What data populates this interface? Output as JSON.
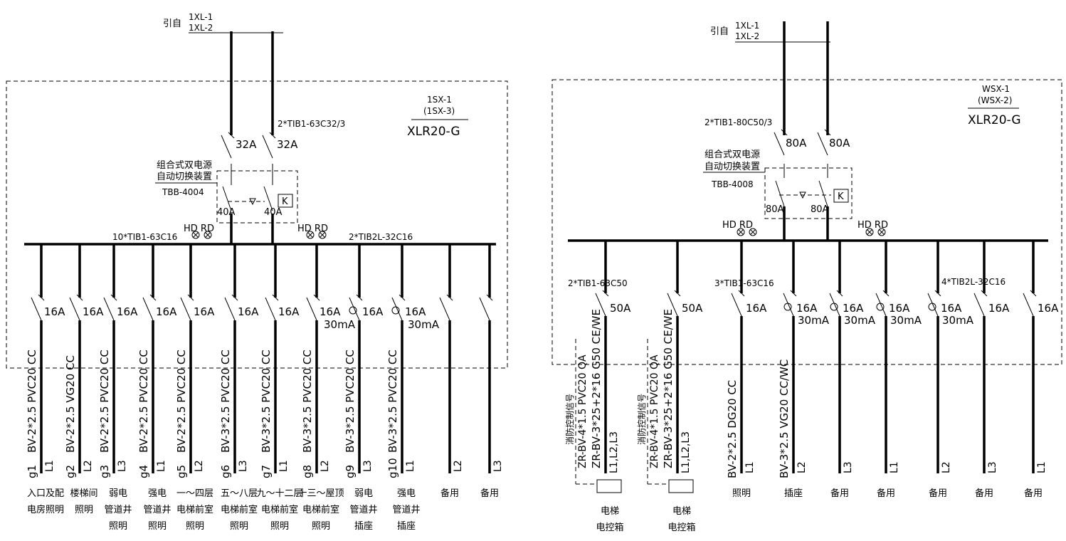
{
  "left": {
    "source_label": "引自",
    "source_lines": [
      "1XL-1",
      "1XL-2"
    ],
    "panel_id": "1SX-1",
    "panel_id_alt": "(1SX-3)",
    "panel_model": "XLR20-G",
    "main_breaker_spec": "2*TIB1-63C32/3",
    "main_ratings": [
      "32A",
      "32A"
    ],
    "ats_label": [
      "组合式双电源",
      "自动切换装置"
    ],
    "ats_model": "TBB-4004",
    "ats_ratings": [
      "40A",
      "40A"
    ],
    "ats_k": "K",
    "indicator_labels": [
      "HD RD",
      "HD RD"
    ],
    "group_specs": [
      "10*TIB1-63C16",
      "2*TIB2L-32C16"
    ],
    "circuits": [
      {
        "rating": "16A",
        "rcd": "",
        "cable": "BV-2*2.5 PVC20 CC",
        "id": "g1",
        "phase": "L1",
        "desc": [
          "入口及配",
          "电房照明"
        ]
      },
      {
        "rating": "16A",
        "rcd": "",
        "cable": "BV-2*2.5 VG20 CC",
        "id": "g2",
        "phase": "L2",
        "desc": [
          "楼梯间",
          "照明"
        ]
      },
      {
        "rating": "16A",
        "rcd": "",
        "cable": "BV-2*2.5 PVC20 CC",
        "id": "g3",
        "phase": "L3",
        "desc": [
          "弱电",
          "管道井",
          "照明"
        ]
      },
      {
        "rating": "16A",
        "rcd": "",
        "cable": "BV-2*2.5 PVC20 CC",
        "id": "g4",
        "phase": "L1",
        "desc": [
          "强电",
          "管道井",
          "照明"
        ]
      },
      {
        "rating": "16A",
        "rcd": "",
        "cable": "BV-2*2.5 PVC20 CC",
        "id": "g5",
        "phase": "L2",
        "desc": [
          "一～四层",
          "电梯前室",
          "照明"
        ]
      },
      {
        "rating": "16A",
        "rcd": "",
        "cable": "BV-3*2.5 PVC20 CC",
        "id": "g6",
        "phase": "L3",
        "desc": [
          "五～八层",
          "电梯前室",
          "照明"
        ]
      },
      {
        "rating": "16A",
        "rcd": "",
        "cable": "BV-3*2.5 PVC20 CC",
        "id": "g7",
        "phase": "L1",
        "desc": [
          "九～十二层",
          "电梯前室",
          "照明"
        ]
      },
      {
        "rating": "16A",
        "rcd": "",
        "cable": "BV-3*2.5 PVC20 CC",
        "id": "g8",
        "phase": "L2",
        "desc": [
          "十三～屋顶",
          "电梯前室",
          "照明"
        ]
      },
      {
        "rating": "16A",
        "rcd": "30mA",
        "cable": "BV-3*2.5 PVC20 CC",
        "id": "g9",
        "phase": "L3",
        "desc": [
          "弱电",
          "管道井",
          "插座"
        ]
      },
      {
        "rating": "16A",
        "rcd": "30mA",
        "cable": "BV-3*2.5 PVC20 CC",
        "id": "g10",
        "phase": "L1",
        "desc": [
          "强电",
          "管道井",
          "插座"
        ]
      },
      {
        "rating": "",
        "rcd": "",
        "cable": "",
        "id": "",
        "phase": "L2",
        "desc": [
          "备用"
        ]
      },
      {
        "rating": "",
        "rcd": "",
        "cable": "",
        "id": "",
        "phase": "L3",
        "desc": [
          "备用"
        ]
      }
    ]
  },
  "right": {
    "source_label": "引自",
    "source_lines": [
      "1XL-1",
      "1XL-2"
    ],
    "panel_id": "WSX-1",
    "panel_id_alt": "(WSX-2)",
    "panel_model": "XLR20-G",
    "main_breaker_spec": "2*TIB1-80C50/3",
    "main_ratings": [
      "80A",
      "80A"
    ],
    "ats_label": [
      "组合式双电源",
      "自动切换装置"
    ],
    "ats_model": "TBB-4008",
    "ats_ratings": [
      "80A",
      "80A"
    ],
    "ats_k": "K",
    "indicator_labels": [
      "HD RD",
      "HD RD"
    ],
    "group_specs": [
      "2*TIB1-63C50",
      "3*TIB1-63C16",
      "4*TIB2L-32C16"
    ],
    "circuits": [
      {
        "rating": "50A",
        "rcd": "",
        "cable": "ZR-BV-3*25+2*16 G50 CE/WE",
        "ctrl": "ZR-BV-4*1.5 PVC20 QA",
        "ctrl_label": "消防控制信号",
        "phase": "L1,L2,L3",
        "desc": [
          "电梯",
          "电控箱"
        ]
      },
      {
        "rating": "50A",
        "rcd": "",
        "cable": "ZR-BV-3*25+2*16 G50 CE/WE",
        "ctrl": "ZR-BV-4*1.5 PVC20 QA",
        "ctrl_label": "消防控制信号",
        "phase": "L1,L2,L3",
        "desc": [
          "电梯",
          "电控箱"
        ]
      },
      {
        "rating": "16A",
        "rcd": "",
        "cable": "BV-2*2.5 DG20 CC",
        "phase": "L1",
        "desc": [
          "照明"
        ]
      },
      {
        "rating": "16A",
        "rcd": "30mA",
        "cable": "BV-3*2.5 VG20 CC/WC",
        "phase": "L2",
        "desc": [
          "插座"
        ]
      },
      {
        "rating": "16A",
        "rcd": "30mA",
        "cable": "",
        "phase": "L3",
        "desc": [
          "备用"
        ]
      },
      {
        "rating": "16A",
        "rcd": "30mA",
        "cable": "",
        "phase": "L1",
        "desc": [
          "备用"
        ]
      },
      {
        "rating": "16A",
        "rcd": "30mA",
        "cable": "",
        "phase": "L2",
        "desc": [
          "备用"
        ]
      },
      {
        "rating": "16A",
        "rcd": "",
        "cable": "",
        "phase": "L3",
        "desc": [
          "备用"
        ]
      },
      {
        "rating": "16A",
        "rcd": "",
        "cable": "",
        "phase": "L1",
        "desc": [
          "备用"
        ]
      }
    ]
  }
}
